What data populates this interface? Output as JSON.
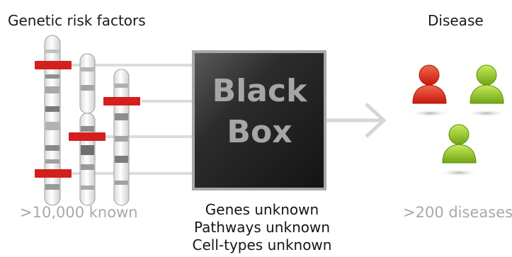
{
  "left_title": "Genetic risk factors",
  "right_title": "Disease",
  "left_count": ">10,000 known",
  "right_count": ">200 diseases",
  "box": {
    "line1": "Black",
    "line2": "Box"
  },
  "unknowns": [
    "Genes unknown",
    "Pathways unknown",
    "Cell-types unknown"
  ],
  "colors": {
    "risk_marker": "#d4201c",
    "box_dark": "#2a2a2a",
    "person_red": "#e0301e",
    "person_green": "#8cc220"
  }
}
